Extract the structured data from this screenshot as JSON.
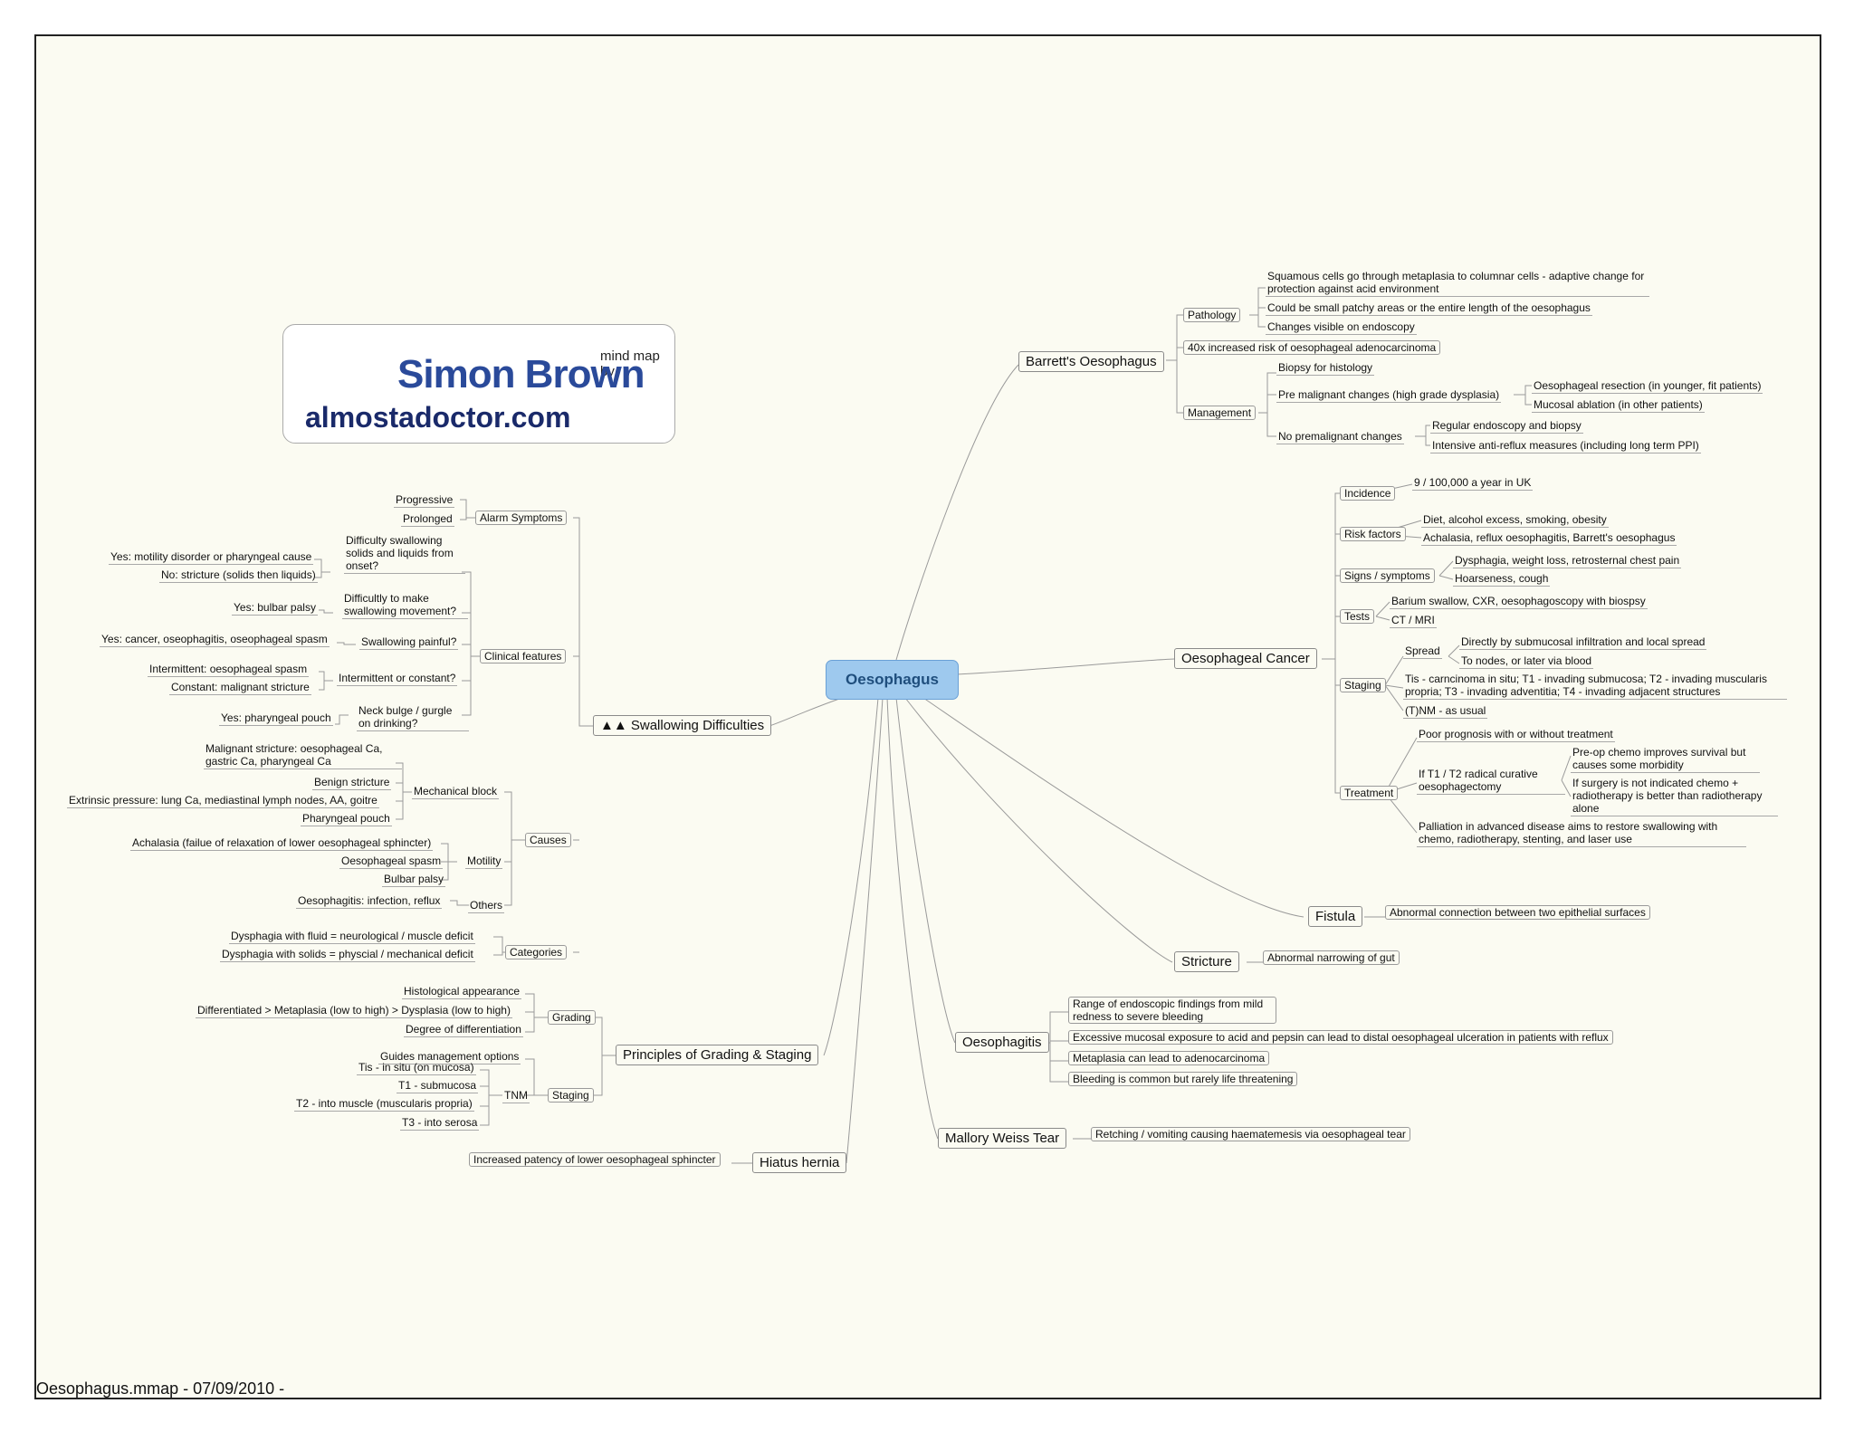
{
  "diagram": {
    "root": "Oesophagus",
    "footer": "Oesophagus.mmap - 07/09/2010 -",
    "logo": {
      "by": "mind map by",
      "name": "Simon Brown",
      "site": "almostadoctor.com"
    },
    "barretts": {
      "title": "Barrett's Oesophagus",
      "pathology": "Pathology",
      "path_1": "Squamous cells go through metaplasia to columnar cells - adaptive change for protection against acid environment",
      "path_2": "Could be small patchy areas or the entire length of the oesophagus",
      "path_3": "Changes visible on endoscopy",
      "risk": "40x increased risk of oesophageal adenocarcinoma",
      "management": "Management",
      "mg_1": "Biopsy for histology",
      "mg_2": "Pre malignant changes (high grade dysplasia)",
      "mg_2a": "Oesophageal resection (in younger, fit patients)",
      "mg_2b": "Mucosal ablation (in other patients)",
      "mg_3": "No premalignant changes",
      "mg_3a": "Regular endoscopy and biopsy",
      "mg_3b": "Intensive anti-reflux measures (including long term PPI)"
    },
    "cancer": {
      "title": "Oesophageal Cancer",
      "incidence": "Incidence",
      "incidence_v": "9 / 100,000 a year in UK",
      "risk": "Risk factors",
      "risk_1": "Diet, alcohol excess, smoking, obesity",
      "risk_2": "Achalasia, reflux oesophagitis, Barrett's oesophagus",
      "signs": "Signs / symptoms",
      "signs_1": "Dysphagia, weight loss, retrosternal chest pain",
      "signs_2": "Hoarseness, cough",
      "tests": "Tests",
      "tests_1": "Barium swallow, CXR, oesophagoscopy with biospsy",
      "tests_2": "CT / MRI",
      "staging": "Staging",
      "spread": "Spread",
      "spread_1": "Directly by submucosal infiltration and local spread",
      "spread_2": "To nodes, or later via blood",
      "stage_t": "Tis - carncinoma in situ; T1 - invading submucosa; T2 - invading muscularis propria; T3 - invading adventitia; T4 - invading adjacent structures",
      "stage_nm": "(T)NM - as usual",
      "treatment": "Treatment",
      "tr_1": "Poor prognosis with or without treatment",
      "tr_2": "If T1 / T2 radical curative oesophagectomy",
      "tr_2a": "Pre-op chemo improves survival but causes some morbidity",
      "tr_2b": "If surgery is not indicated chemo + radiotherapy is better than radiotherapy alone",
      "tr_3": "Palliation in advanced disease aims to restore swallowing with chemo, radiotherapy, stenting, and laser use"
    },
    "fistula": {
      "title": "Fistula",
      "desc": "Abnormal connection between two epithelial surfaces"
    },
    "stricture": {
      "title": "Stricture",
      "desc": "Abnormal narrowing of gut"
    },
    "oesophagitis": {
      "title": "Oesophagitis",
      "o_1": "Range of endoscopic findings from mild redness to severe bleeding",
      "o_2": "Excessive mucosal exposure to acid and pepsin can lead to distal oesophageal ulceration in patients with reflux",
      "o_3": "Metaplasia can lead to adenocarcinoma",
      "o_4": "Bleeding is common but rarely life threatening"
    },
    "mallory": {
      "title": "Mallory Weiss Tear",
      "desc": "Retching / vomiting causing haematemesis via oesophageal tear"
    },
    "hiatus": {
      "title": "Hiatus hernia",
      "desc": "Increased patency of lower oesophageal sphincter"
    },
    "grading": {
      "title": "Principles of Grading & Staging",
      "grading": "Grading",
      "g_1": "Histological appearance",
      "g_2": "Differentiated > Metaplasia (low to high) > Dysplasia (low to high)",
      "g_3": "Degree of differentiation",
      "staging": "Staging",
      "s_1": "Guides management options",
      "tnm": "TNM",
      "tnm_1": "Tis - in situ (on mucosa)",
      "tnm_2": "T1 - submucosa",
      "tnm_3": "T2 - into muscle (muscularis propria)",
      "tnm_4": "T3 - into serosa"
    },
    "swallowing": {
      "title": "▲▲ Swallowing Difficulties",
      "alarm": "Alarm Symptoms",
      "alarm_1": "Progressive",
      "alarm_2": "Prolonged",
      "clinical": "Clinical features",
      "cf_1": "Difficulty swallowing solids and liquids from onset?",
      "cf_1a": "Yes: motility disorder or pharyngeal cause",
      "cf_1b": "No: stricture (solids then liquids)",
      "cf_2": "Difficultly to make swallowing movement?",
      "cf_2a": "Yes: bulbar palsy",
      "cf_3": "Swallowing painful?",
      "cf_3a": "Yes: cancer, oseophagitis, oseophageal spasm",
      "cf_4": "Intermittent or constant?",
      "cf_4a": "Intermittent: oesophageal spasm",
      "cf_4b": "Constant: malignant stricture",
      "cf_5": "Neck bulge / gurgle on drinking?",
      "cf_5a": "Yes: pharyngeal pouch",
      "causes": "Causes",
      "mech": "Mechanical block",
      "mech_1": "Malignant stricture: oesophageal Ca, gastric Ca, pharyngeal Ca",
      "mech_2": "Benign stricture",
      "mech_3": "Extrinsic pressure: lung Ca, mediastinal lymph nodes, AA, goitre",
      "mech_4": "Pharyngeal pouch",
      "motility": "Motility",
      "mot_1": "Achalasia (failue of relaxation of lower oesophageal sphincter)",
      "mot_2": "Oesophageal spasm",
      "mot_3": "Bulbar palsy",
      "others": "Others",
      "oth_1": "Oesophagitis: infection, reflux",
      "categories": "Categories",
      "cat_1": "Dysphagia with fluid = neurological / muscle deficit",
      "cat_2": "Dysphagia with solids = physcial / mechanical deficit"
    }
  }
}
